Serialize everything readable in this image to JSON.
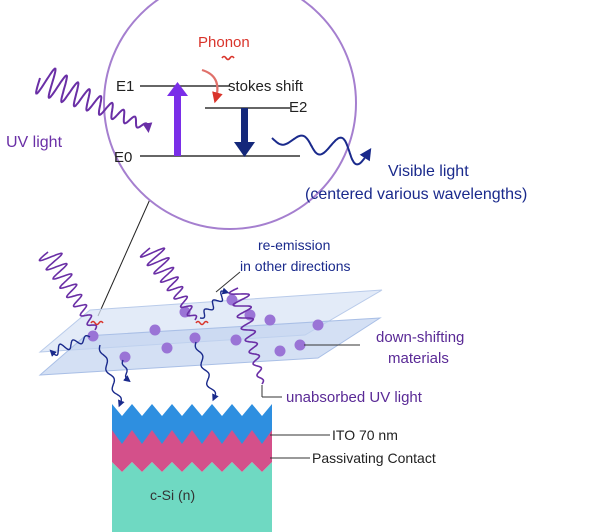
{
  "labels": {
    "phonon": "Phonon",
    "stokes_shift": "stokes shift",
    "e1": "E1",
    "e2": "E2",
    "e0": "E0",
    "uv_light": "UV light",
    "visible_light": "Visible light",
    "visible_light_detail": "(centered various wavelengths)",
    "re_emission_line1": "re-emission",
    "re_emission_line2": "in other directions",
    "down_shifting_line1": "down-shifting",
    "down_shifting_line2": "materials",
    "unabsorbed_uv": "unabsorbed UV light",
    "ito": "ITO 70 nm",
    "passivating_contact": "Passivating Contact",
    "substrate": "c-Si (n)"
  },
  "colors": {
    "uv_purple": "#6a2fa6",
    "visible_navy": "#1a2a8c",
    "phonon_red": "#d9342b",
    "circle_border": "#a57fcf",
    "excitation_arrow": "#7a2ee8",
    "emission_arrow": "#14287a",
    "film_blue": "#c9d7ef",
    "particle": "#9a74d6",
    "ito_blue": "#2e8fe0",
    "contact_pink": "#d4508a",
    "substrate_teal": "#6fd9c2"
  }
}
